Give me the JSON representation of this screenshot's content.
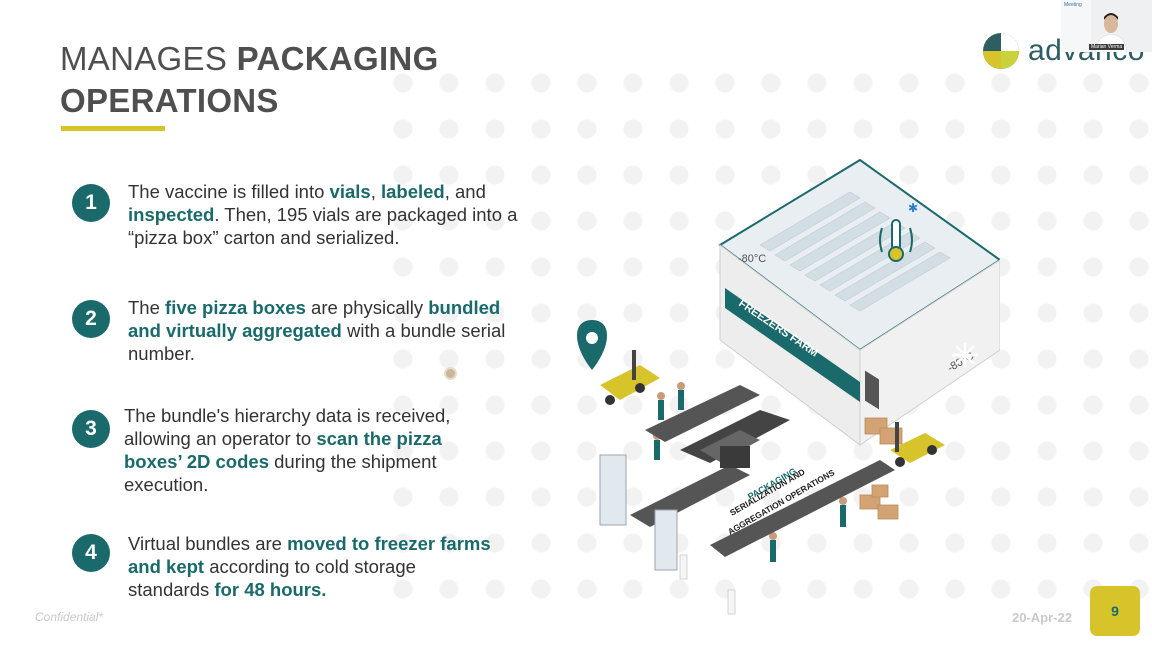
{
  "slide": {
    "title_light": "MANAGES ",
    "title_bold_1": "PACKAGING",
    "title_bold_2": "OPERATIONS",
    "page_number": "9",
    "date": "20-Apr-22",
    "confidential": "Confidential*"
  },
  "logo": {
    "text": "advanco"
  },
  "webcam": {
    "name_label": "Marian Verma",
    "corner_label": "Meeting"
  },
  "items": [
    {
      "number": "1",
      "parts": [
        "The vaccine is filled into ",
        "vials",
        ", ",
        "labeled",
        ", and ",
        "inspected",
        ". Then, 195 vials are packaged into a “pizza box” carton and serialized."
      ]
    },
    {
      "number": "2",
      "parts": [
        "The ",
        "five pizza boxes",
        " are physically ",
        "bundled and virtually aggregated",
        " with a bundle serial number."
      ]
    },
    {
      "number": "3",
      "parts": [
        "The bundle's hierarchy data is received, allowing an operator to ",
        "scan the pizza boxes’ 2D codes",
        " during the shipment execution."
      ]
    },
    {
      "number": "4",
      "parts": [
        "Virtual bundles are ",
        "moved to freezer farms and kept",
        " according to cold storage standards ",
        "for 48 hours."
      ]
    }
  ],
  "illustration": {
    "freezer_sign": "FREEZERS FARM",
    "temp_label_1": "-80°C",
    "temp_label_2": "-80°C",
    "packaging_label": "PACKAGING",
    "serialization_label": "SERIALIZATION AND",
    "aggregation_label": "AGGREGATION OPERATIONS"
  },
  "colors": {
    "teal": "#1b6a6b",
    "yellow": "#d6c42a",
    "text": "#333333"
  }
}
